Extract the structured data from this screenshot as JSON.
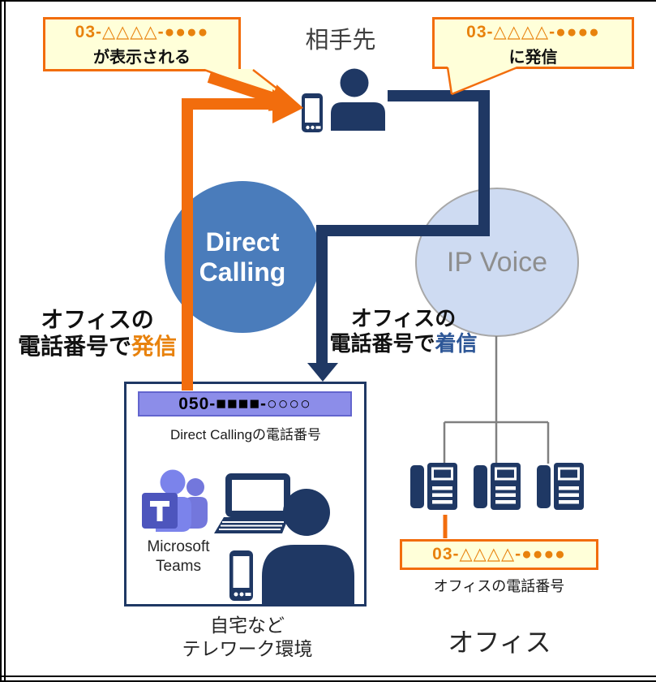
{
  "colors": {
    "navy": "#1F3864",
    "orange": "#F26D0D",
    "orange_text": "#E8820D",
    "callout_fill": "#FFFFD9",
    "direct_calling_blue": "#4A7CBB",
    "ip_voice_fill": "#CEDBF2",
    "ip_voice_border": "#A8A8A8",
    "ip_voice_text": "#8E8E8E",
    "number_bar_fill": "#8C8DE9",
    "number_bar_border": "#6365CE",
    "incoming_blue": "#2E5797",
    "connector_gray": "#808080"
  },
  "callout_displayed": {
    "number": "03-△△△△-●●●●",
    "label": "が表示される"
  },
  "callout_dialed": {
    "number": "03-△△△△-●●●●",
    "label": "に発信"
  },
  "destination_label": "相手先",
  "direct_calling": {
    "line1": "Direct",
    "line2": "Calling"
  },
  "ip_voice_label": "IP Voice",
  "outgoing_note": {
    "line1": "オフィスの",
    "line2_prefix": "電話番号で",
    "line2_highlight": "発信"
  },
  "incoming_note": {
    "line1": "オフィスの",
    "line2_prefix": "電話番号で",
    "line2_highlight": "着信"
  },
  "telework": {
    "number": "050-■■■■-○○○○",
    "number_label": "Direct Callingの電話番号",
    "teams_line1": "Microsoft",
    "teams_line2": "Teams",
    "caption_line1": "自宅など",
    "caption_line2": "テレワーク環境"
  },
  "office": {
    "number": "03-△△△△-●●●●",
    "number_label": "オフィスの電話番号",
    "caption": "オフィス"
  }
}
